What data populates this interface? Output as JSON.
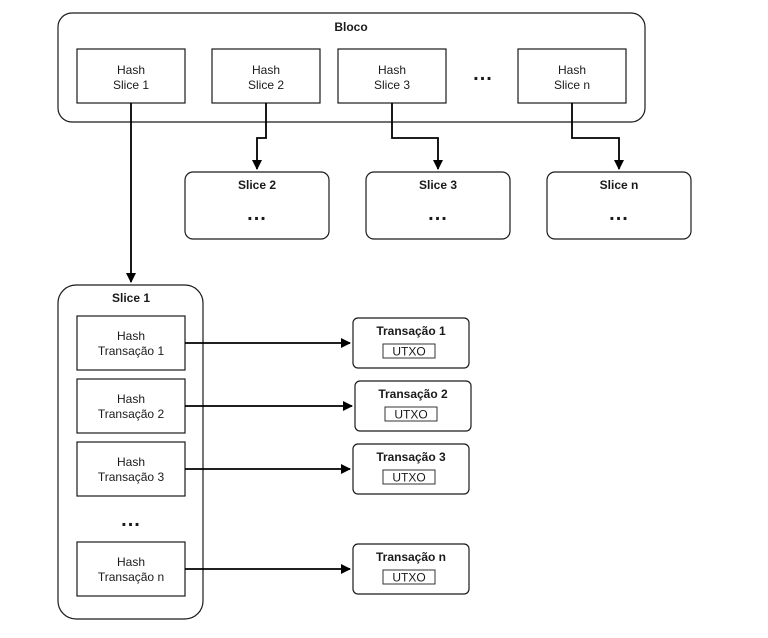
{
  "bloco": {
    "title": "Bloco",
    "hash_slices": [
      {
        "line1": "Hash",
        "line2": "Slice 1"
      },
      {
        "line1": "Hash",
        "line2": "Slice 2"
      },
      {
        "line1": "Hash",
        "line2": "Slice 3"
      },
      {
        "line1": "Hash",
        "line2": "Slice n"
      }
    ],
    "ellipsis": "..."
  },
  "slices": [
    {
      "title": "Slice 2",
      "body": "..."
    },
    {
      "title": "Slice 3",
      "body": "..."
    },
    {
      "title": "Slice n",
      "body": "..."
    }
  ],
  "slice1": {
    "title": "Slice 1",
    "hash_transactions": [
      {
        "line1": "Hash",
        "line2": "Transação 1"
      },
      {
        "line1": "Hash",
        "line2": "Transação 2"
      },
      {
        "line1": "Hash",
        "line2": "Transação 3"
      },
      {
        "line1": "Hash",
        "line2": "Transação n"
      }
    ],
    "ellipsis": "..."
  },
  "transactions": [
    {
      "title": "Transação 1",
      "utxo": "UTXO"
    },
    {
      "title": "Transação 2",
      "utxo": "UTXO"
    },
    {
      "title": "Transação 3",
      "utxo": "UTXO"
    },
    {
      "title": "Transação n",
      "utxo": "UTXO"
    }
  ]
}
